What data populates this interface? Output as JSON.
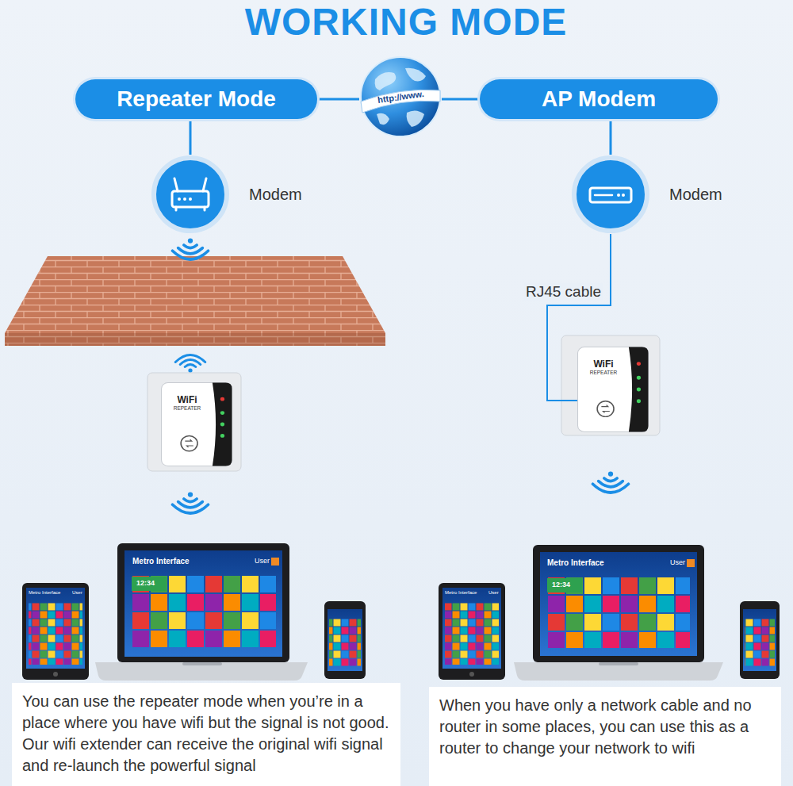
{
  "diagram": {
    "title": "WORKING MODE",
    "nodes": [
      {
        "text": [
          "http://www."
        ]
      },
      {
        "text": [
          "Repeater Mode"
        ]
      },
      {
        "text": [
          "AP Modem"
        ]
      },
      {
        "text": [
          "Modem"
        ]
      },
      {
        "text": [
          "Modem"
        ]
      },
      {
        "text": [
          "WiFi",
          "REPEATER"
        ]
      },
      {
        "text": [
          "WiFi",
          "REPEATER"
        ]
      },
      {
        "text": [
          "You can use the repeater mode when you’re in a place where you have wifi but the signal is not good. Our wifi extender can receive the original wifi signal and re-launch the powerful signal"
        ]
      },
      {
        "text": [
          "When you have only a network cable and no router in some places, you can use this as a router to change your network to wifi"
        ]
      }
    ],
    "edges": [
      {
        "from": 0,
        "to": 1,
        "arrow": "none"
      },
      {
        "from": 0,
        "to": 2,
        "arrow": "none"
      },
      {
        "from": 1,
        "to": 3,
        "arrow": "none"
      },
      {
        "from": 2,
        "to": 4,
        "arrow": "none"
      },
      {
        "from": 4,
        "to": 6,
        "label": "RJ45 cable",
        "arrow": "none"
      }
    ],
    "labels": [
      "Metro Interface",
      "User",
      "Metro Interface",
      "User",
      "12:34",
      "Metro Interface",
      "User",
      "Metro Interface",
      "User",
      "12:34"
    ]
  }
}
